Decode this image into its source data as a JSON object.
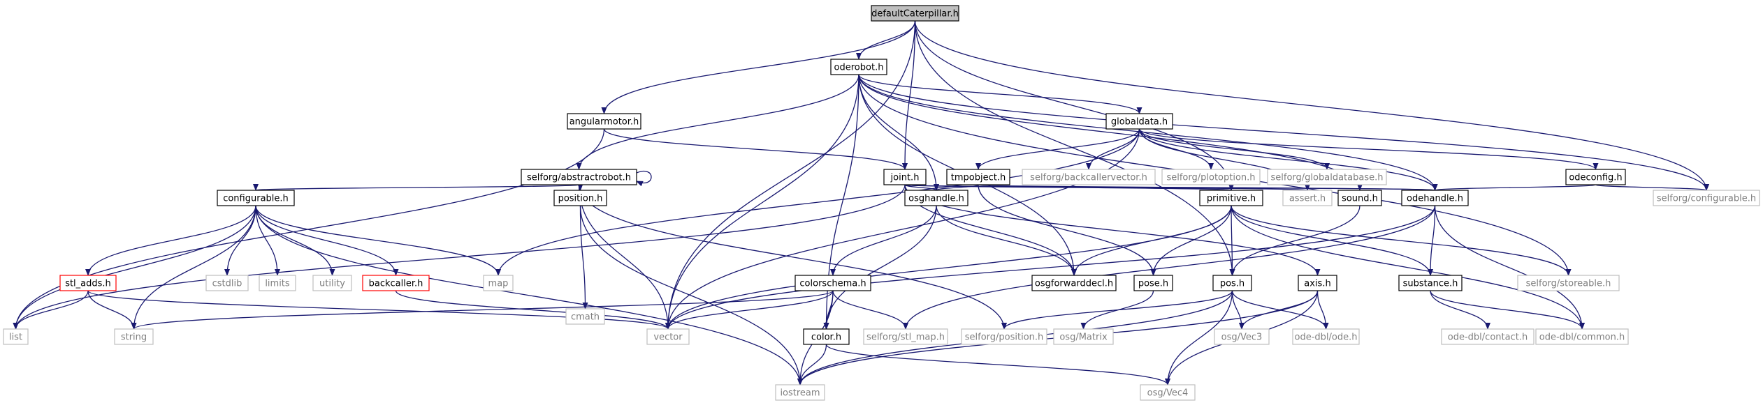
{
  "colors": {
    "edge": "#191970",
    "box_border": "#000000",
    "external_border": "#bfbfbf",
    "truncated_border": "#ff0000",
    "main_fill": "#bfbfbf",
    "external_text": "#7f7f7f"
  },
  "nodes": [
    {
      "id": "defaultCaterpillar",
      "label": "defaultCaterpillar.h",
      "kind": "main"
    },
    {
      "id": "oderobot",
      "label": "oderobot.h",
      "kind": "normal"
    },
    {
      "id": "angularmotor",
      "label": "angularmotor.h",
      "kind": "normal"
    },
    {
      "id": "globaldata",
      "label": "globaldata.h",
      "kind": "normal"
    },
    {
      "id": "abstractrobot",
      "label": "selforg/abstractrobot.h",
      "kind": "normal"
    },
    {
      "id": "joint",
      "label": "joint.h",
      "kind": "normal"
    },
    {
      "id": "tmpobject",
      "label": "tmpobject.h",
      "kind": "normal"
    },
    {
      "id": "backcallervector",
      "label": "selforg/backcallervector.h",
      "kind": "external"
    },
    {
      "id": "plotoption",
      "label": "selforg/plotoption.h",
      "kind": "external"
    },
    {
      "id": "globaldatabase",
      "label": "selforg/globaldatabase.h",
      "kind": "external"
    },
    {
      "id": "odeconfig",
      "label": "odeconfig.h",
      "kind": "normal"
    },
    {
      "id": "configurable",
      "label": "configurable.h",
      "kind": "normal"
    },
    {
      "id": "position",
      "label": "position.h",
      "kind": "normal"
    },
    {
      "id": "osghandle",
      "label": "osghandle.h",
      "kind": "normal"
    },
    {
      "id": "primitive",
      "label": "primitive.h",
      "kind": "normal"
    },
    {
      "id": "assert",
      "label": "assert.h",
      "kind": "external"
    },
    {
      "id": "sound",
      "label": "sound.h",
      "kind": "normal"
    },
    {
      "id": "odehandle",
      "label": "odehandle.h",
      "kind": "normal"
    },
    {
      "id": "sfconfigurable",
      "label": "selforg/configurable.h",
      "kind": "external"
    },
    {
      "id": "stl_adds",
      "label": "stl_adds.h",
      "kind": "truncated"
    },
    {
      "id": "cstdlib",
      "label": "cstdlib",
      "kind": "external"
    },
    {
      "id": "limits",
      "label": "limits",
      "kind": "external"
    },
    {
      "id": "utility",
      "label": "utility",
      "kind": "external"
    },
    {
      "id": "backcaller",
      "label": "backcaller.h",
      "kind": "truncated"
    },
    {
      "id": "map",
      "label": "map",
      "kind": "external"
    },
    {
      "id": "cmath",
      "label": "cmath",
      "kind": "external"
    },
    {
      "id": "colorschema",
      "label": "colorschema.h",
      "kind": "normal"
    },
    {
      "id": "osgforwarddecl",
      "label": "osgforwarddecl.h",
      "kind": "normal"
    },
    {
      "id": "pose",
      "label": "pose.h",
      "kind": "normal"
    },
    {
      "id": "pos",
      "label": "pos.h",
      "kind": "normal"
    },
    {
      "id": "axis",
      "label": "axis.h",
      "kind": "normal"
    },
    {
      "id": "substance",
      "label": "substance.h",
      "kind": "normal"
    },
    {
      "id": "storeable",
      "label": "selforg/storeable.h",
      "kind": "external"
    },
    {
      "id": "list",
      "label": "list",
      "kind": "external"
    },
    {
      "id": "string",
      "label": "string",
      "kind": "external"
    },
    {
      "id": "vector",
      "label": "vector",
      "kind": "external"
    },
    {
      "id": "color",
      "label": "color.h",
      "kind": "normal"
    },
    {
      "id": "stl_map",
      "label": "selforg/stl_map.h",
      "kind": "external"
    },
    {
      "id": "sfposition",
      "label": "selforg/position.h",
      "kind": "external"
    },
    {
      "id": "osgmatrix",
      "label": "osg/Matrix",
      "kind": "external"
    },
    {
      "id": "osgvec3",
      "label": "osg/Vec3",
      "kind": "external"
    },
    {
      "id": "odedblode",
      "label": "ode-dbl/ode.h",
      "kind": "external"
    },
    {
      "id": "contact",
      "label": "ode-dbl/contact.h",
      "kind": "external"
    },
    {
      "id": "common",
      "label": "ode-dbl/common.h",
      "kind": "external"
    },
    {
      "id": "iostream",
      "label": "iostream",
      "kind": "external"
    },
    {
      "id": "osgvec4",
      "label": "osg/Vec4",
      "kind": "external"
    }
  ]
}
